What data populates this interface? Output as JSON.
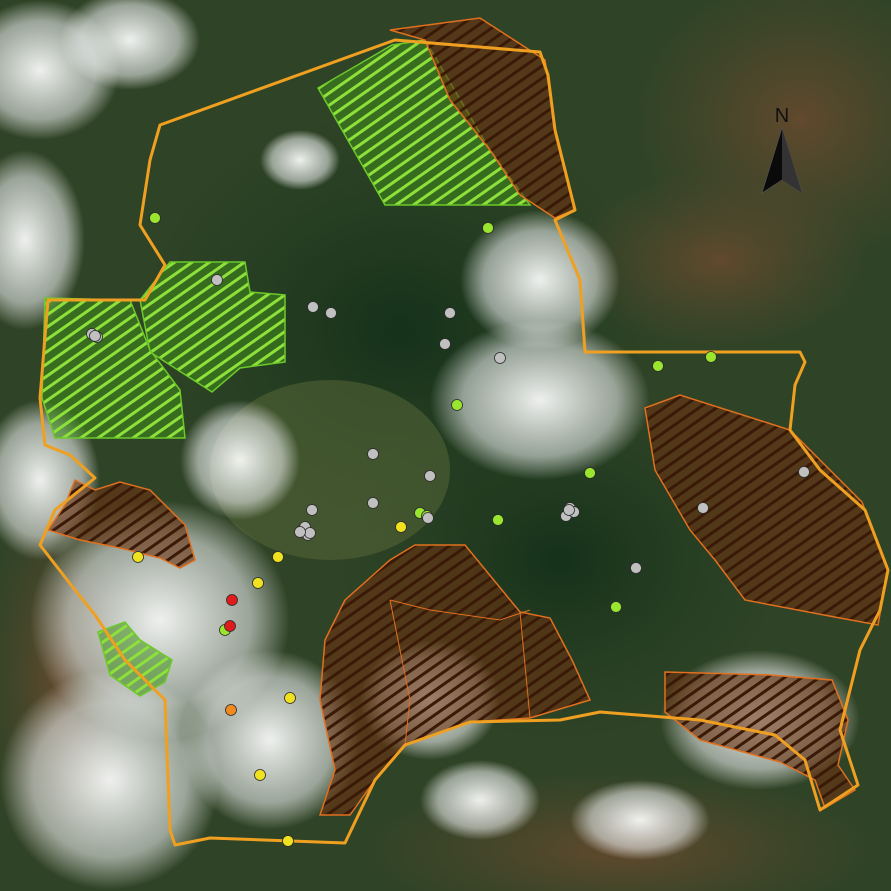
{
  "map": {
    "north_arrow_label": "N",
    "colors": {
      "study_area_outline": "#f0a020",
      "green_zone_fill": "#4fb81f",
      "green_zone_stroke": "#6cc92a",
      "orange_zone_fill": "#7a3b12",
      "orange_zone_stroke": "#e0701f",
      "point_green": "#9ae62e",
      "point_gray": "#c0c0c0",
      "point_yellow": "#f0e21e",
      "point_red": "#e01b1b",
      "point_orange": "#f08a1e"
    },
    "legend_point_categories": [
      "green",
      "gray",
      "yellow",
      "red",
      "orange"
    ],
    "point_counts": {
      "green": 11,
      "gray": 27,
      "yellow": 7,
      "red": 2,
      "orange": 1
    }
  }
}
